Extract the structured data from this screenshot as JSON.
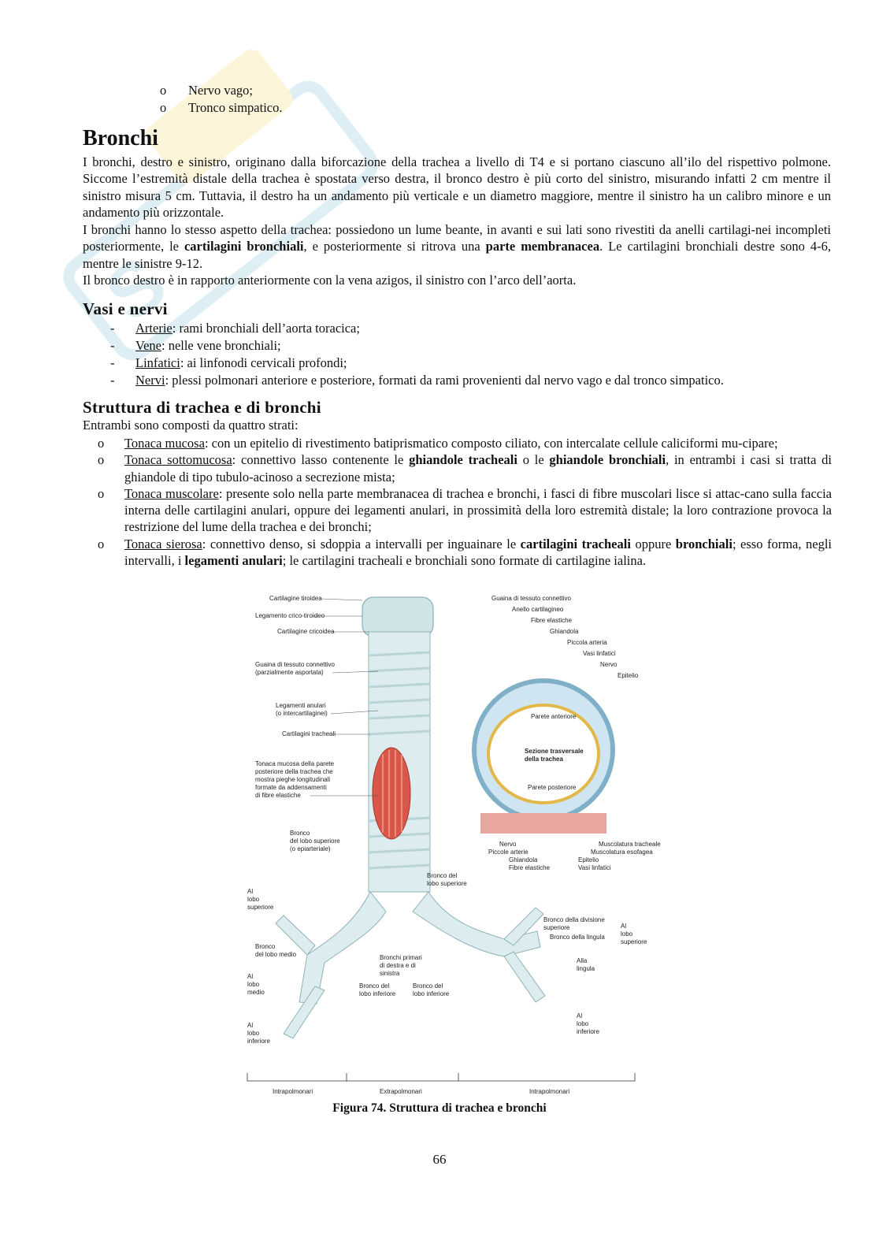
{
  "top_list": [
    "Nervo vago;",
    "Tronco simpatico."
  ],
  "section_title": "Bronchi",
  "para1": "I bronchi, destro e sinistro, originano dalla biforcazione della trachea a livello di T4 e si portano ciascuno all’ilo del rispettivo polmone. Siccome l’estremità distale della trachea è spostata verso destra, il bronco destro è più corto del sinistro, misurando infatti 2 cm mentre il sinistro misura 5 cm. Tuttavia, il destro ha un andamento più verticale e un diametro maggiore, mentre il sinistro ha un calibro minore e un andamento più orizzontale.",
  "para2": {
    "a": "I bronchi hanno lo stesso aspetto della trachea: possiedono un lume beante, in avanti e sui lati sono rivestiti da anelli cartilagi-nei incompleti posteriormente, le ",
    "b": "cartilagini bronchiali",
    "c": ", e posteriormente si ritrova una ",
    "d": "parte membranacea",
    "e": ". Le cartilagini bronchiali destre sono 4-6, mentre le sinistre 9-12."
  },
  "para3": "Il bronco destro è in rapporto anteriormente con la vena azigos, il sinistro con l’arco dell’aorta.",
  "vasi_title": "Vasi e nervi",
  "vasi": [
    {
      "term": "Arterie",
      "text": ": rami bronchiali dell’aorta toracica;"
    },
    {
      "term": "Vene",
      "text": ": nelle vene bronchiali;"
    },
    {
      "term": "Linfatici",
      "text": ": ai linfonodi cervicali profondi;"
    },
    {
      "term": "Nervi",
      "text": ": plessi polmonari anteriore e posteriore, formati da rami provenienti dal nervo vago e dal tronco simpatico."
    }
  ],
  "struttura_title": "Struttura di trachea e di bronchi",
  "struttura_intro": "Entrambi sono composti da quattro strati:",
  "strati": {
    "s1": {
      "term": "Tonaca mucosa",
      "a": ": con un epitelio di rivestimento batiprismatico composto ciliato, con intercalate cellule caliciformi mu-cipare;"
    },
    "s2": {
      "term": "Tonaca sottomucosa",
      "a": ": connettivo lasso contenente le ",
      "b": "ghiandole tracheali",
      "c": " o le ",
      "d": "ghiandole bronchiali",
      "e": ", in entrambi i casi si tratta di ghiandole di tipo tubulo-acinoso a secrezione mista;"
    },
    "s3": {
      "term": "Tonaca muscolare",
      "a": ": presente solo nella parte membranacea di trachea e bronchi, i fasci di fibre muscolari lisce si attac-cano sulla faccia interna delle cartilagini anulari, oppure dei legamenti anulari, in prossimità della loro estremità distale; la loro contrazione provoca la restrizione del lume della trachea e dei bronchi;"
    },
    "s4": {
      "term": "Tonaca sierosa",
      "a": ": connettivo denso, si sdoppia a intervalli per inguainare le ",
      "b": "cartilagini tracheali",
      "c": " oppure ",
      "d": "bronchiali",
      "e": "; esso forma, negli intervalli, i ",
      "f": "legamenti anulari",
      "g": "; le cartilagini tracheali e bronchiali sono formate di cartilagine ialina."
    }
  },
  "figure_labels": {
    "left": [
      "Cartilagine tiroidea",
      "Legamento crico-tiroideo",
      "Cartilagine cricoidea",
      "Guaina di tessuto connettivo",
      "(parzialmente asportata)",
      "Legamenti anulari",
      "(o intercartilaginei)",
      "Cartilagini tracheali",
      "Tonaca mucosa della parete",
      "posteriore della trachea che",
      "mostra pieghe longitudinali",
      "formate da addensamenti",
      "di fibre elastiche",
      "Bronco",
      "del lobo superiore",
      "(o epiarteriale)"
    ],
    "right_top": [
      "Guaina di tessuto connettivo",
      "Anello cartilagineo",
      "Fibre elastiche",
      "Ghiandola",
      "Piccola arteria",
      "Vasi linfatici",
      "Nervo",
      "Epitelio"
    ],
    "section_inner": [
      "Parete anteriore",
      "Sezione trasversale",
      "della trachea",
      "Parete posteriore"
    ],
    "right_bottom": [
      "Nervo",
      "Piccole arterie",
      "Ghiandola",
      "Fibre elastiche",
      "Epitelio",
      "Vasi linfatici",
      "Muscolatura tracheale",
      "Muscolatura esofagea"
    ],
    "bronchi": [
      "Bronco del",
      "lobo superiore",
      "Bronco",
      "del lobo medio",
      "Bronchi primari",
      "di destra e di",
      "sinistra",
      "Bronco del",
      "lobo inferiore",
      "Bronco del",
      "lobo inferiore",
      "Bronco della divisione",
      "superiore",
      "Bronco della lingula",
      "Alla",
      "lingula"
    ],
    "lobes_left": [
      "Al",
      "lobo",
      "superiore",
      "Al",
      "lobo",
      "medio",
      "Al",
      "lobo",
      "inferiore"
    ],
    "lobes_right": [
      "Al",
      "lobo",
      "superiore",
      "Al",
      "lobo",
      "inferiore"
    ],
    "bottom": [
      "Intrapolmonari",
      "Extrapolmonari",
      "Intrapolmonari"
    ]
  },
  "caption": "Figura 74. Struttura di trachea e bronchi",
  "page_number": "66"
}
